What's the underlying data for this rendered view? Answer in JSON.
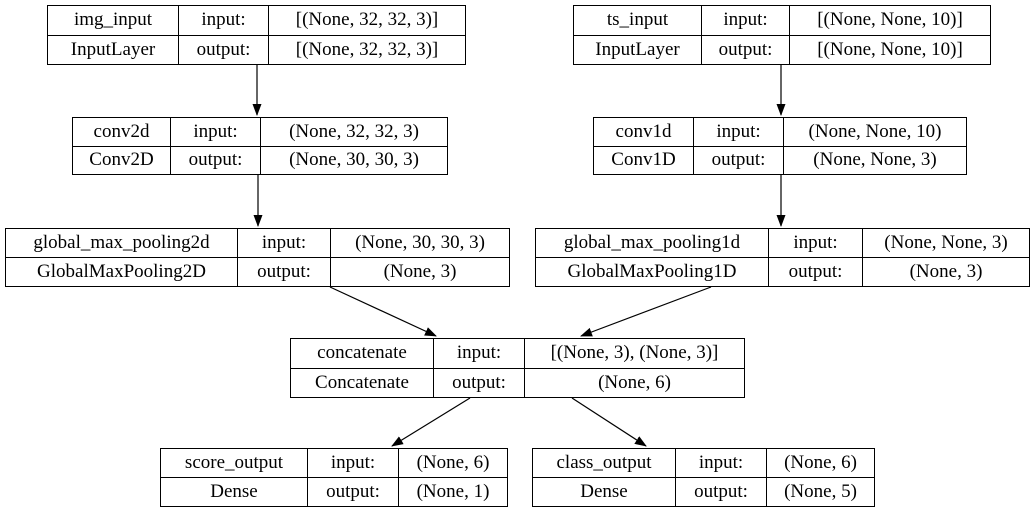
{
  "diagram": {
    "type": "keras-model-plot",
    "background_color": "#ffffff",
    "border_color": "#000000",
    "text_color": "#000000"
  },
  "nodes": [
    {
      "name": "img_input",
      "class_name": "InputLayer",
      "input_label": "input:",
      "output_label": "output:",
      "input_shape": "[(None, 32, 32, 3)]",
      "output_shape": "[(None, 32, 32, 3)]"
    },
    {
      "name": "ts_input",
      "class_name": "InputLayer",
      "input_label": "input:",
      "output_label": "output:",
      "input_shape": "[(None, None, 10)]",
      "output_shape": "[(None, None, 10)]"
    },
    {
      "name": "conv2d",
      "class_name": "Conv2D",
      "input_label": "input:",
      "output_label": "output:",
      "input_shape": "(None, 32, 32, 3)",
      "output_shape": "(None, 30, 30, 3)"
    },
    {
      "name": "conv1d",
      "class_name": "Conv1D",
      "input_label": "input:",
      "output_label": "output:",
      "input_shape": "(None, None, 10)",
      "output_shape": "(None, None, 3)"
    },
    {
      "name": "global_max_pooling2d",
      "class_name": "GlobalMaxPooling2D",
      "input_label": "input:",
      "output_label": "output:",
      "input_shape": "(None, 30, 30, 3)",
      "output_shape": "(None, 3)"
    },
    {
      "name": "global_max_pooling1d",
      "class_name": "GlobalMaxPooling1D",
      "input_label": "input:",
      "output_label": "output:",
      "input_shape": "(None, None, 3)",
      "output_shape": "(None, 3)"
    },
    {
      "name": "concatenate",
      "class_name": "Concatenate",
      "input_label": "input:",
      "output_label": "output:",
      "input_shape": "[(None, 3), (None, 3)]",
      "output_shape": "(None, 6)"
    },
    {
      "name": "score_output",
      "class_name": "Dense",
      "input_label": "input:",
      "output_label": "output:",
      "input_shape": "(None, 6)",
      "output_shape": "(None, 1)"
    },
    {
      "name": "class_output",
      "class_name": "Dense",
      "input_label": "input:",
      "output_label": "output:",
      "input_shape": "(None, 6)",
      "output_shape": "(None, 5)"
    }
  ],
  "edges": [
    {
      "from": "img_input",
      "to": "conv2d"
    },
    {
      "from": "ts_input",
      "to": "conv1d"
    },
    {
      "from": "conv2d",
      "to": "global_max_pooling2d"
    },
    {
      "from": "conv1d",
      "to": "global_max_pooling1d"
    },
    {
      "from": "global_max_pooling2d",
      "to": "concatenate"
    },
    {
      "from": "global_max_pooling1d",
      "to": "concatenate"
    },
    {
      "from": "concatenate",
      "to": "score_output"
    },
    {
      "from": "concatenate",
      "to": "class_output"
    }
  ]
}
